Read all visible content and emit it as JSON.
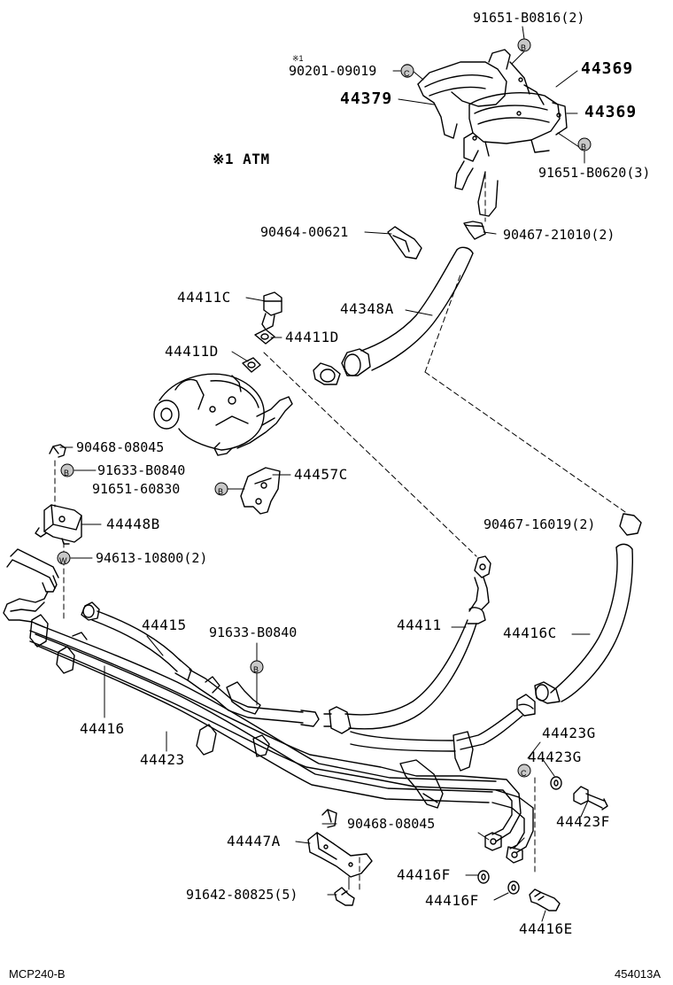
{
  "labels": {
    "p91651_b0816": "91651-B0816(2)",
    "p44369_a": "44369",
    "p44369_b": "44369",
    "footnote_mark": "※1",
    "p90201": "90201-09019",
    "p44379": "44379",
    "atm_note": "※1 ATM",
    "p91651_b0620": "91651-B0620(3)",
    "p90464": "90464-00621",
    "p90467_21010": "90467-21010(2)",
    "p44411c": "44411C",
    "p44348a": "44348A",
    "p44411d_right": "44411D",
    "p44411d_left": "44411D",
    "p90468_top": "90468-08045",
    "p91633_top": "91633-B0840",
    "p91651_60830": "91651-60830",
    "p44457c": "44457C",
    "p44448b": "44448B",
    "p90467_16019": "90467-16019(2)",
    "p94613": "94613-10800(2)",
    "p44411": "44411",
    "p44416c": "44416C",
    "p44415": "44415",
    "p91633_mid": "91633-B0840",
    "p44416": "44416",
    "p44423": "44423",
    "p44423g_a": "44423G",
    "p44423g_b": "44423G",
    "p44423f": "44423F",
    "p90468_bottom": "90468-08045",
    "p44447a": "44447A",
    "p44416f_a": "44416F",
    "p44416f_b": "44416F",
    "p91642": "91642-80825(5)",
    "p44416e": "44416E",
    "code_left": "MCP240-B",
    "code_right": "454013A"
  },
  "symbols": {
    "bolt_B": "B",
    "washer_W": "W",
    "clip_C": "C"
  }
}
